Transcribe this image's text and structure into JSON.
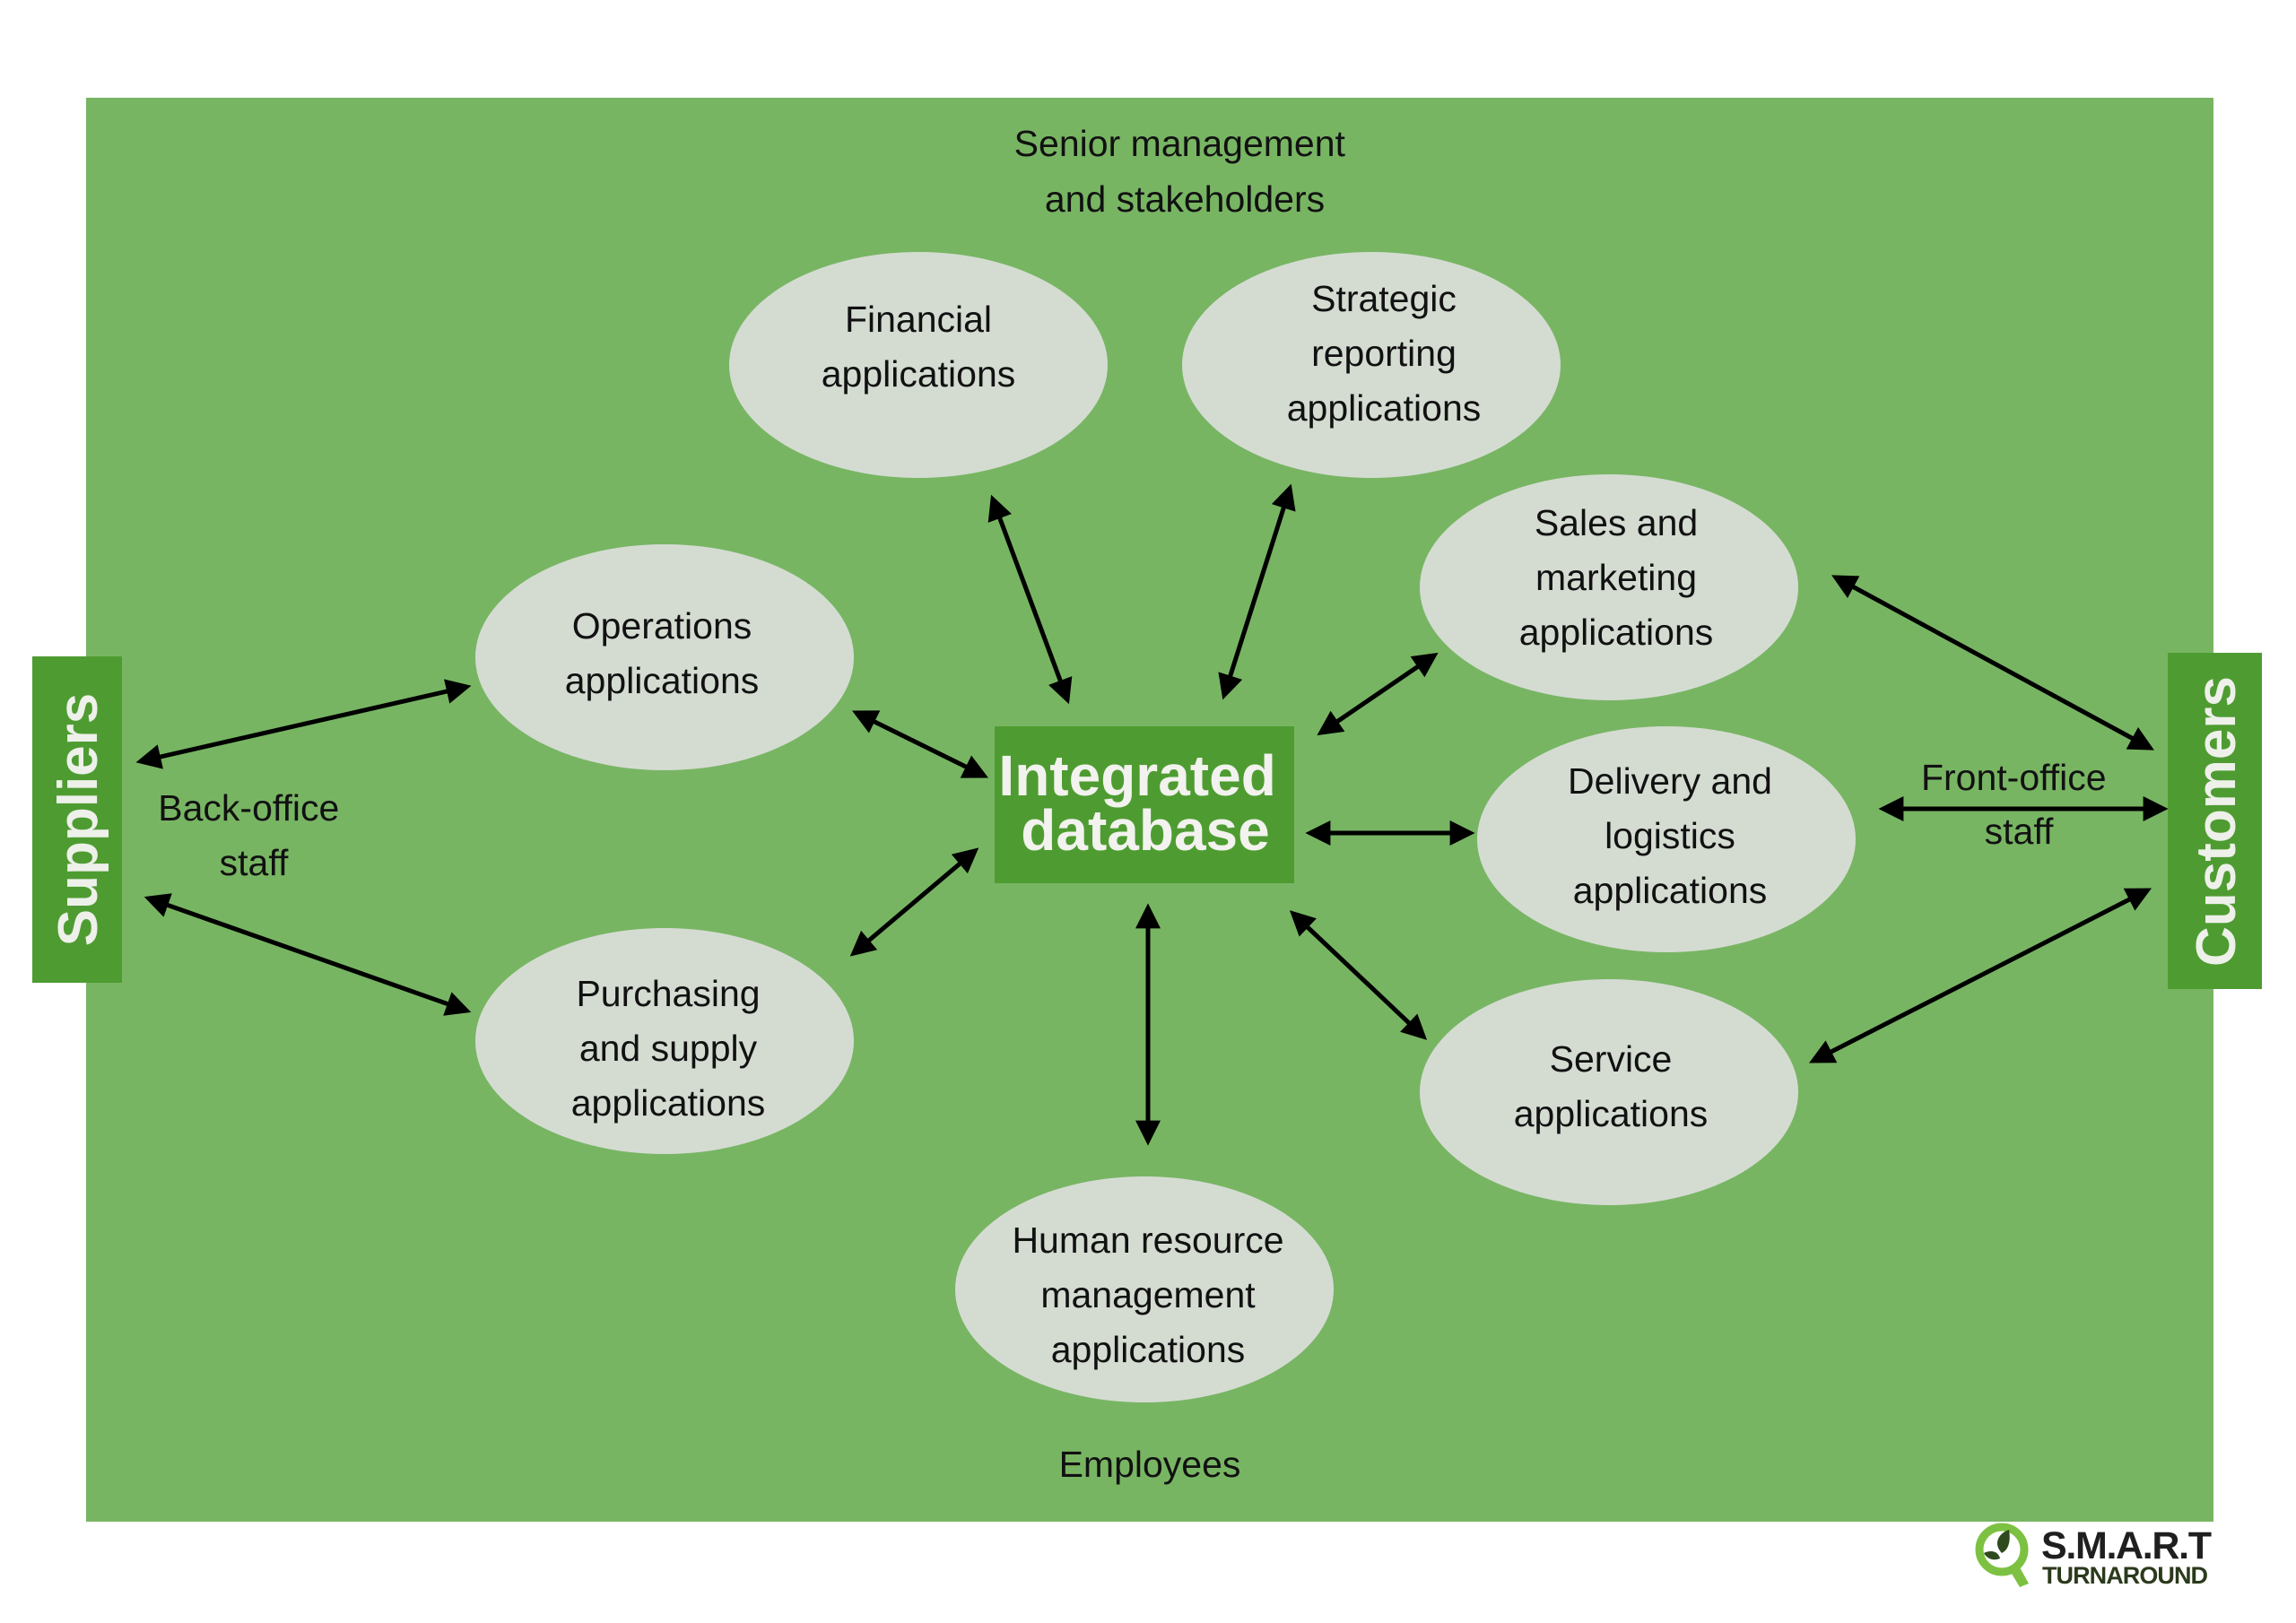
{
  "diagram": {
    "title_top": [
      "Senior management",
      "and stakeholders"
    ],
    "title_bottom": "Employees",
    "center": {
      "label": [
        "Integrated",
        "database"
      ]
    },
    "left_entity": "Suppliers",
    "right_entity": "Customers",
    "left_staff": [
      "Back-office",
      "staff"
    ],
    "right_staff": [
      "Front-office",
      "staff"
    ],
    "applications": [
      {
        "id": "financial",
        "label": [
          "Financial",
          "applications"
        ]
      },
      {
        "id": "strategic",
        "label": [
          "Strategic",
          "reporting",
          "applications"
        ]
      },
      {
        "id": "sales",
        "label": [
          "Sales and",
          "marketing",
          "applications"
        ]
      },
      {
        "id": "operations",
        "label": [
          "Operations",
          "applications"
        ]
      },
      {
        "id": "delivery",
        "label": [
          "Delivery and",
          "logistics",
          "applications"
        ]
      },
      {
        "id": "purchasing",
        "label": [
          "Purchasing",
          "and supply",
          "applications"
        ]
      },
      {
        "id": "service",
        "label": [
          "Service",
          "applications"
        ]
      },
      {
        "id": "hr",
        "label": [
          "Human resource",
          "management",
          "applications"
        ]
      }
    ],
    "connections": [
      {
        "from": "integrated-database",
        "to": "financial",
        "bidirectional": true
      },
      {
        "from": "integrated-database",
        "to": "strategic",
        "bidirectional": true
      },
      {
        "from": "integrated-database",
        "to": "sales",
        "bidirectional": true
      },
      {
        "from": "integrated-database",
        "to": "operations",
        "bidirectional": true
      },
      {
        "from": "integrated-database",
        "to": "delivery",
        "bidirectional": true
      },
      {
        "from": "integrated-database",
        "to": "purchasing",
        "bidirectional": true
      },
      {
        "from": "integrated-database",
        "to": "service",
        "bidirectional": true
      },
      {
        "from": "integrated-database",
        "to": "hr",
        "bidirectional": true
      },
      {
        "from": "suppliers",
        "to": "operations",
        "bidirectional": true
      },
      {
        "from": "suppliers",
        "to": "purchasing",
        "bidirectional": true
      },
      {
        "from": "customers",
        "to": "sales",
        "bidirectional": true
      },
      {
        "from": "customers",
        "to": "delivery",
        "bidirectional": true
      },
      {
        "from": "customers",
        "to": "service",
        "bidirectional": true
      }
    ],
    "colors": {
      "background": "#78b563",
      "entity_box": "#4e9c31",
      "ellipse": "#d4dcd2",
      "arrow": "#000000"
    }
  },
  "logo": {
    "main": "S.M.A.R.T",
    "sub": "TURNAROUND"
  }
}
